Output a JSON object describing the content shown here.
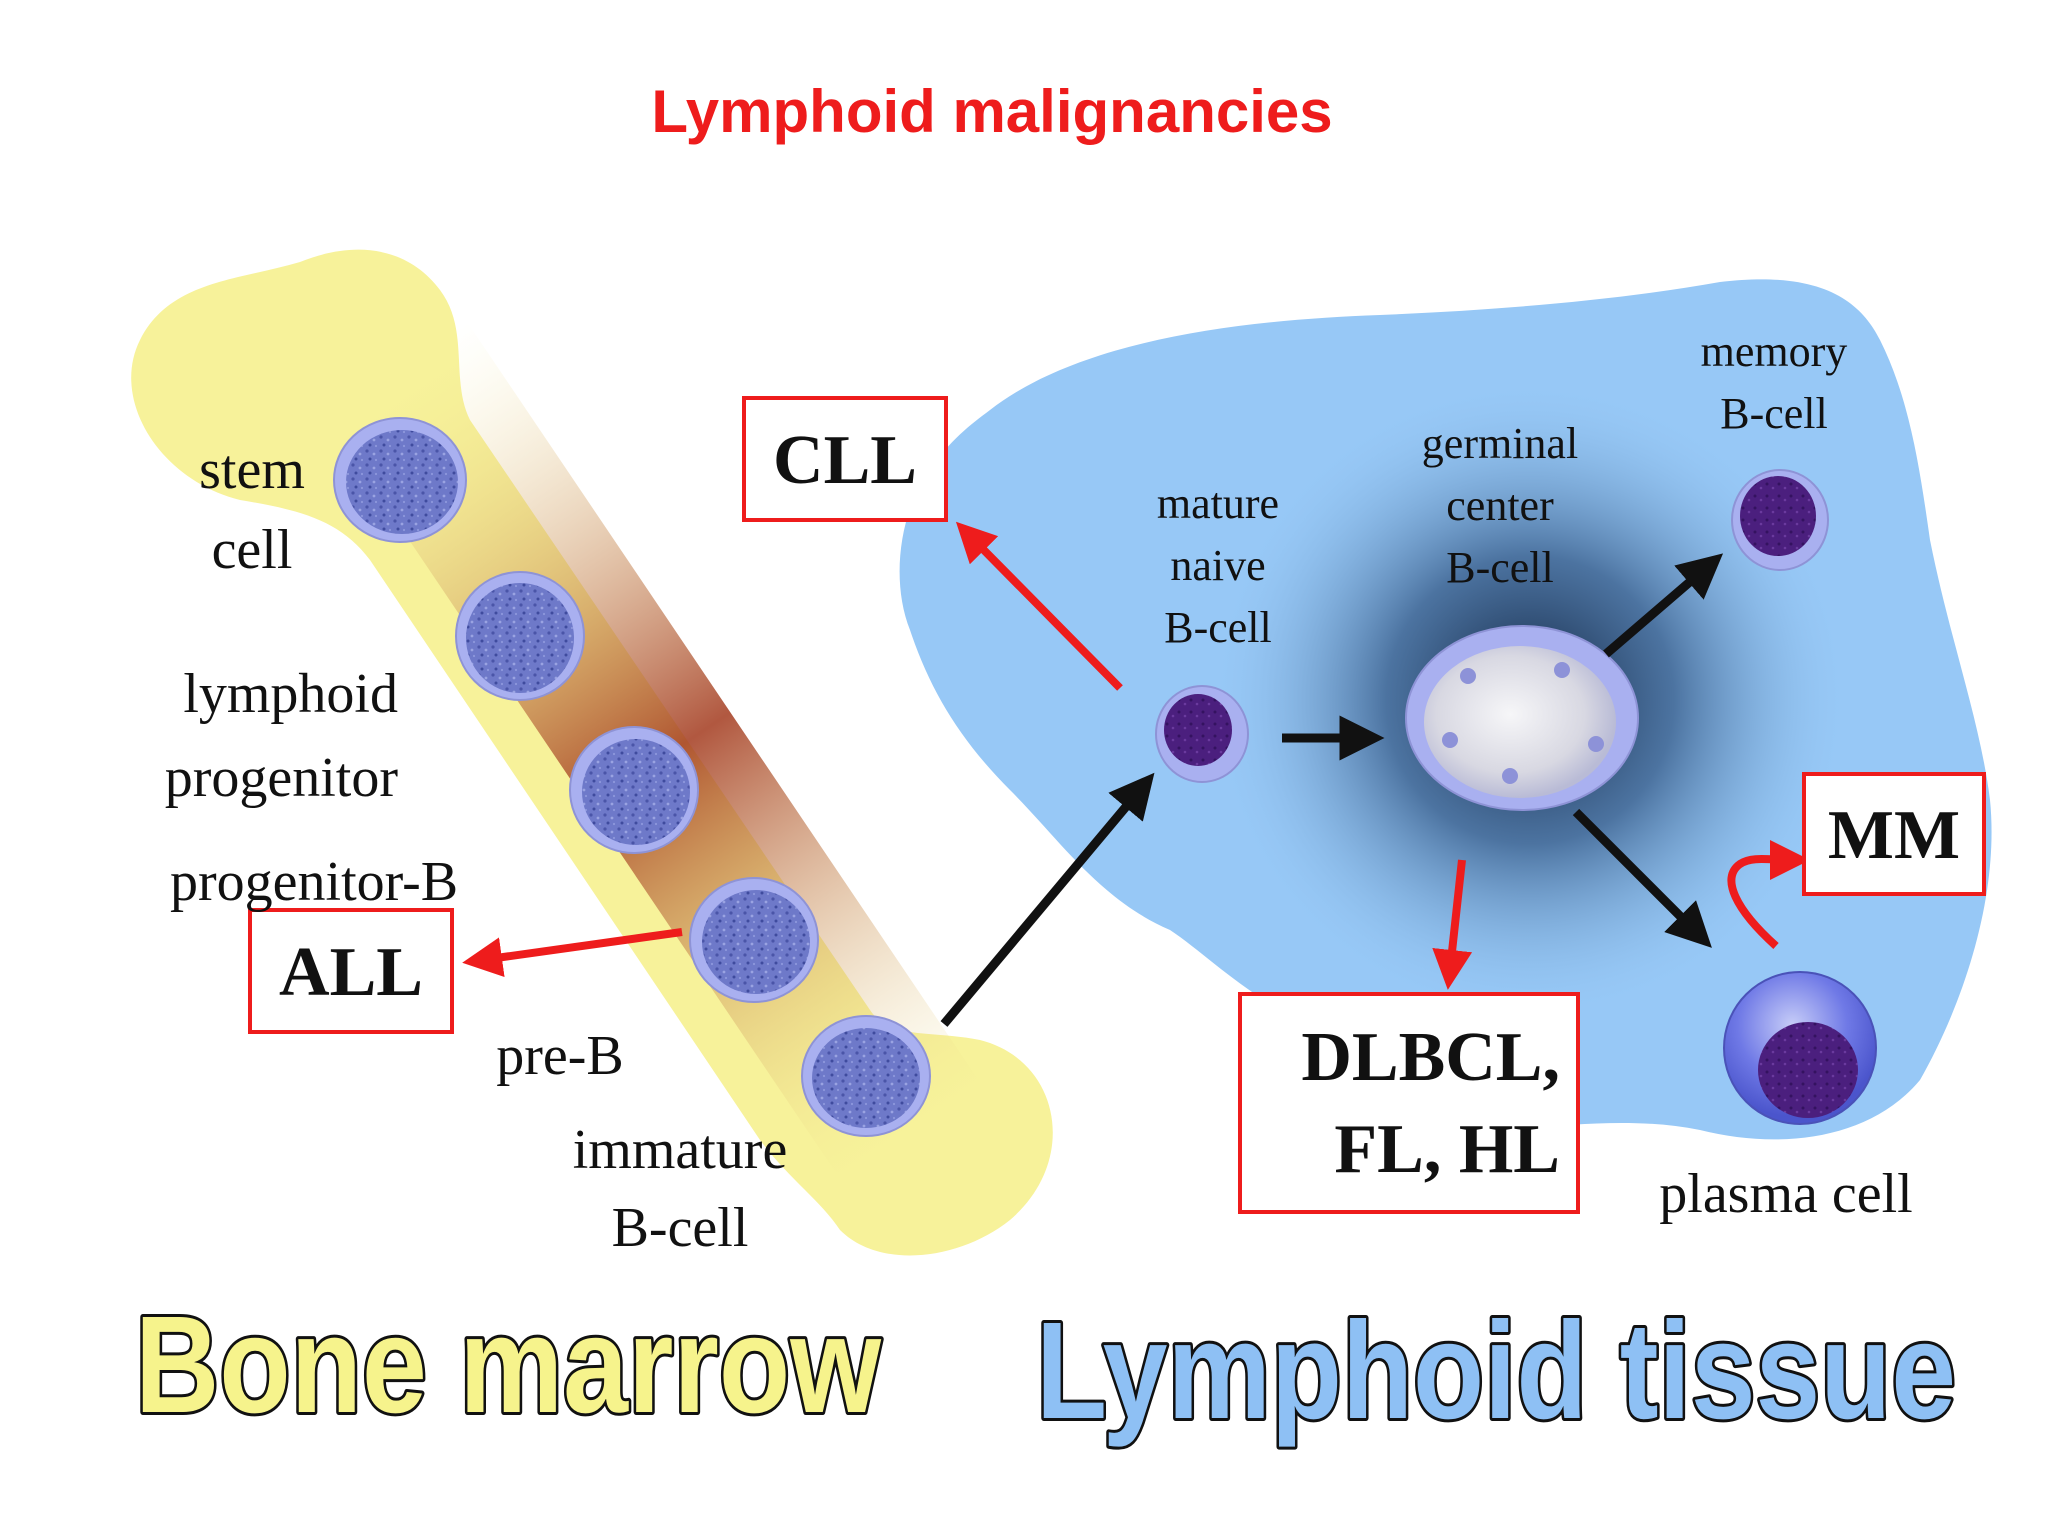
{
  "title": "Lymphoid malignancies",
  "colors": {
    "title": "#ee1c1c",
    "bone": "#f7f29a",
    "marrow": "#a33a1e",
    "tissue": "#97c8f6",
    "cell_body": "#a9b0f0",
    "cell_nucleus": "#6a74c8",
    "mature_nucleus": "#4a1f7a",
    "arrow_red": "#ee1c1c",
    "arrow_black": "#111111",
    "label_bone": "#f6f38c",
    "label_tissue": "#8ec0f4"
  },
  "bone_marrow": {
    "label": "Bone marrow",
    "cells": [
      {
        "label_1": "stem",
        "label_2": "cell"
      },
      {
        "label_1": "lymphoid",
        "label_2": "progenitor"
      },
      {
        "label_1": "progenitor-B"
      },
      {
        "label_1": "pre-B"
      },
      {
        "label_1": "immature",
        "label_2": "B-cell"
      }
    ]
  },
  "lymphoid_tissue": {
    "label": "Lymphoid tissue",
    "cells": {
      "mature": [
        "mature",
        "naive",
        "B-cell"
      ],
      "germinal": [
        "germinal",
        "center",
        "B-cell"
      ],
      "memory": [
        "memory",
        "B-cell"
      ],
      "plasma": [
        "plasma cell"
      ]
    }
  },
  "diseases": {
    "all": "ALL",
    "cll": "CLL",
    "mm": "MM",
    "dlbcl_1": "DLBCL,",
    "dlbcl_2": "FL, HL"
  }
}
